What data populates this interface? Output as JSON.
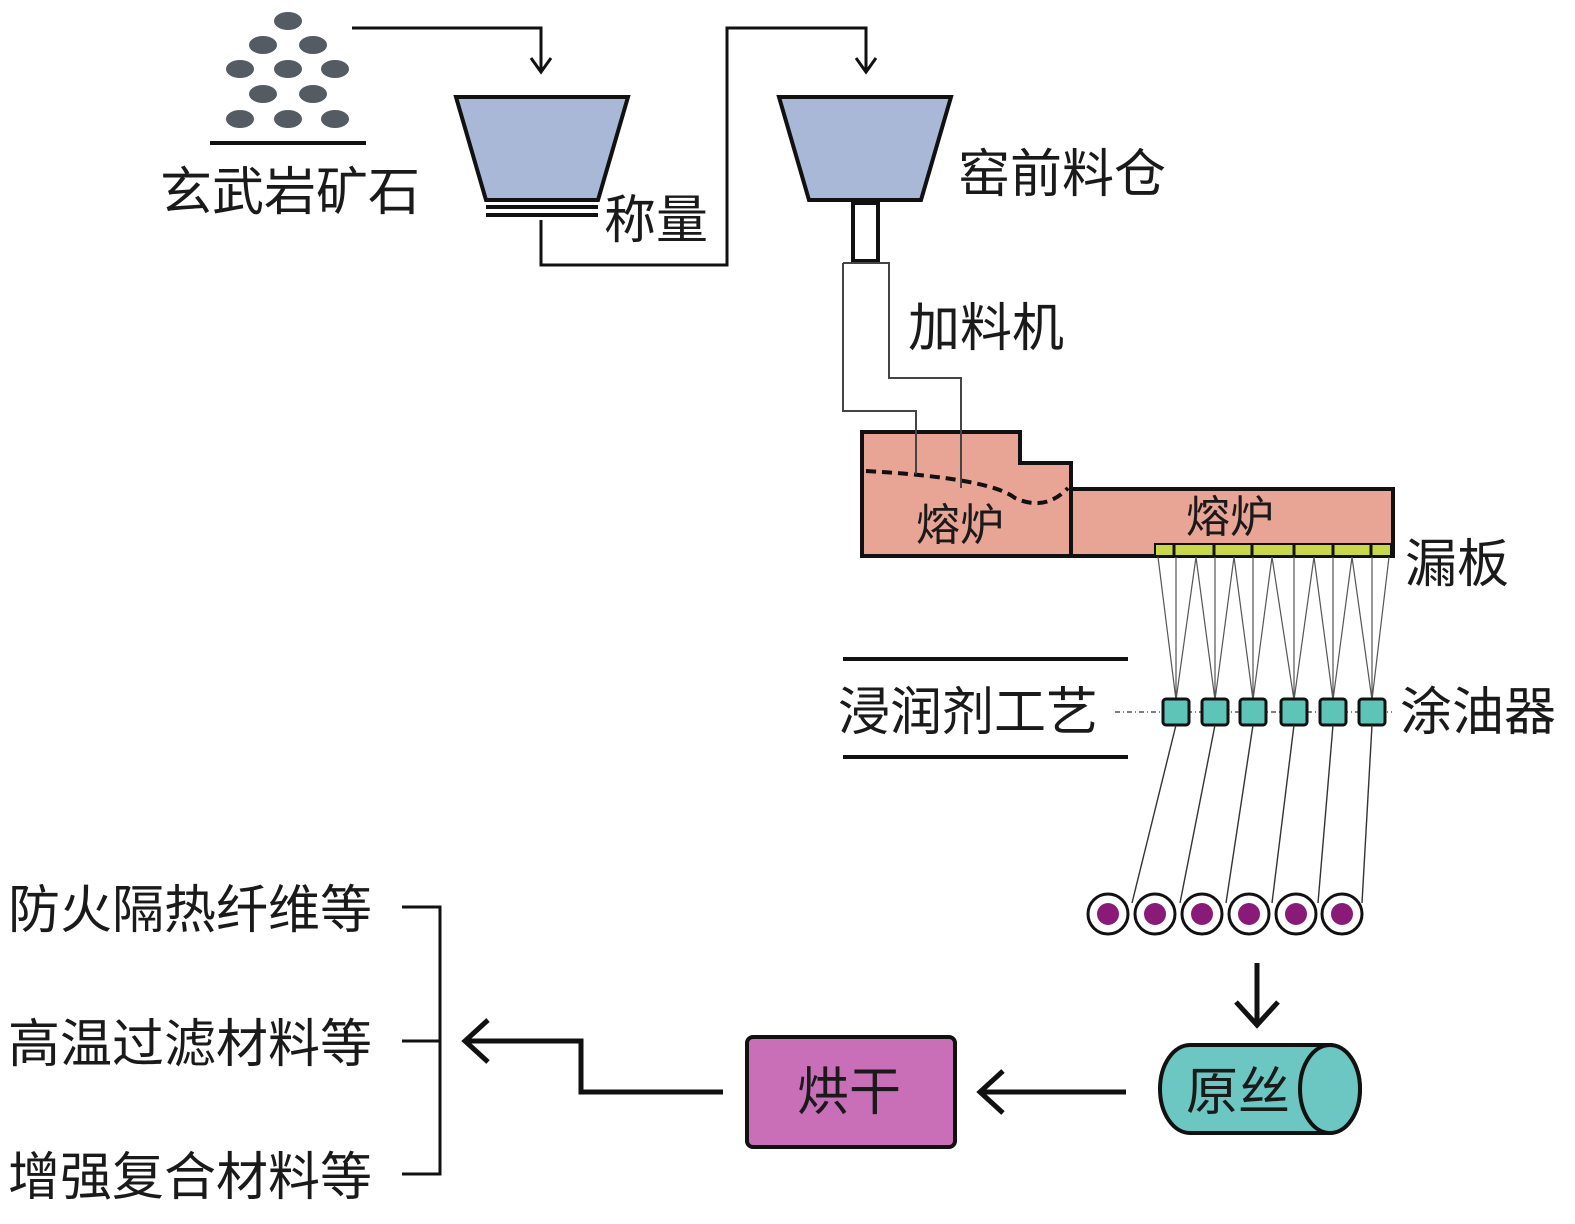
{
  "labels": {
    "ore": "玄武岩矿石",
    "weigh": "称量",
    "kiln_bin": "窑前料仓",
    "feeder": "加料机",
    "furnace_1": "熔炉",
    "furnace_2": "熔炉",
    "bushing": "漏板",
    "sizing_process": "浸润剂工艺",
    "applicator": "涂油器",
    "raw_fiber": "原丝",
    "drying": "烘干",
    "products": [
      "防火隔热纤维等",
      "高温过滤材料等",
      "增强复合材料等"
    ]
  },
  "colors": {
    "hopper": "#aab8d8",
    "furnace": "#e8a494",
    "bushing": "#c9d84a",
    "applicator": "#5ec4b8",
    "spool": "#8a1a78",
    "raw_fiber": "#6cc6c1",
    "drying": "#c86fb8",
    "ore_pellet": "#555b62"
  },
  "icons": [
    "ore-pile-icon",
    "hopper-icon",
    "furnace-icon",
    "spool-icon",
    "arrow-icon"
  ]
}
